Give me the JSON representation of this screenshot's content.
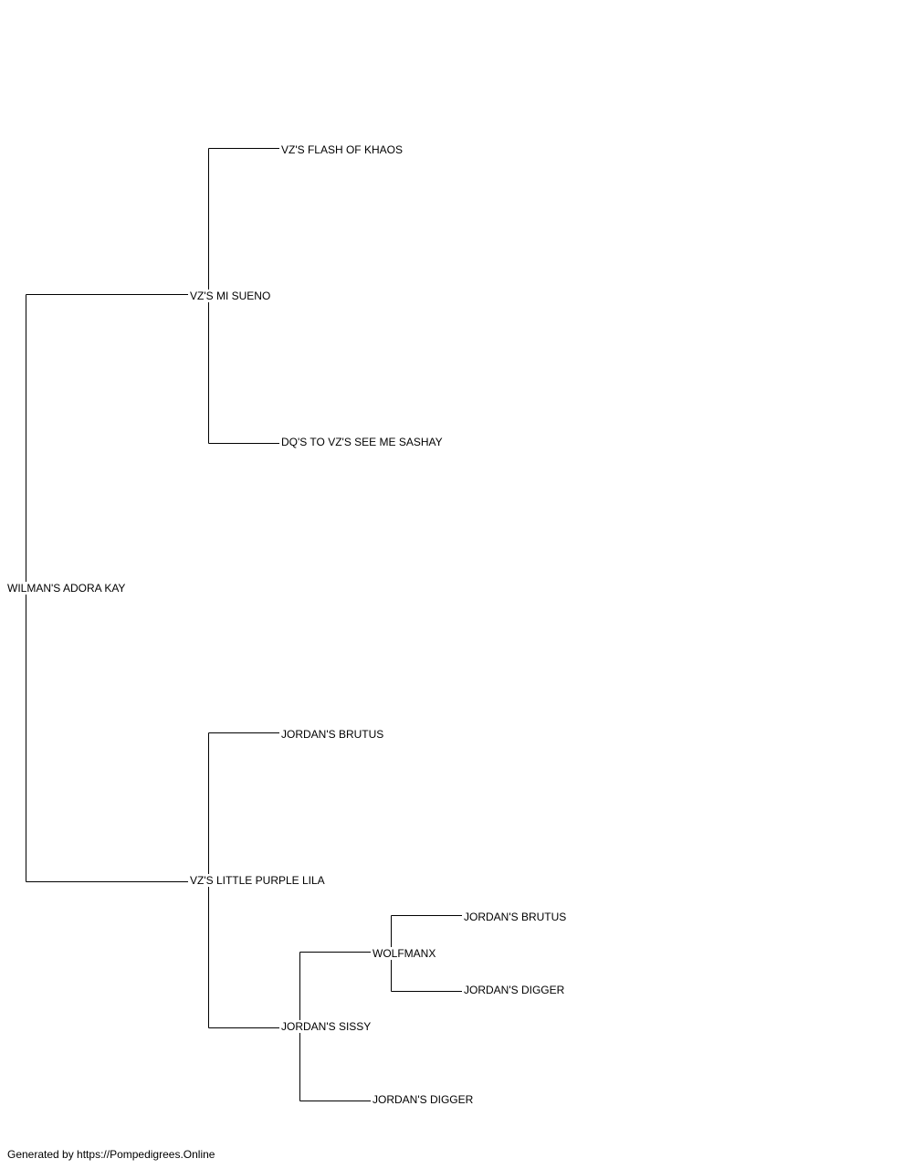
{
  "pedigree": {
    "subject": "WILMAN'S ADORA KAY",
    "sire": {
      "name": "VZ'S MI SUENO",
      "sire": {
        "name": "VZ'S FLASH OF KHAOS"
      },
      "dam": {
        "name": "DQ'S TO VZ'S SEE ME SASHAY"
      }
    },
    "dam": {
      "name": "VZ'S LITTLE PURPLE LILA",
      "sire": {
        "name": "JORDAN'S BRUTUS"
      },
      "dam": {
        "name": "JORDAN'S SISSY",
        "sire": {
          "name": "WOLFMANX",
          "sire": {
            "name": "JORDAN'S BRUTUS"
          },
          "dam": {
            "name": "JORDAN'S DIGGER"
          }
        },
        "dam": {
          "name": "JORDAN'S DIGGER"
        }
      }
    }
  },
  "footer": {
    "text": "Generated by https://Pompedigrees.Online"
  }
}
